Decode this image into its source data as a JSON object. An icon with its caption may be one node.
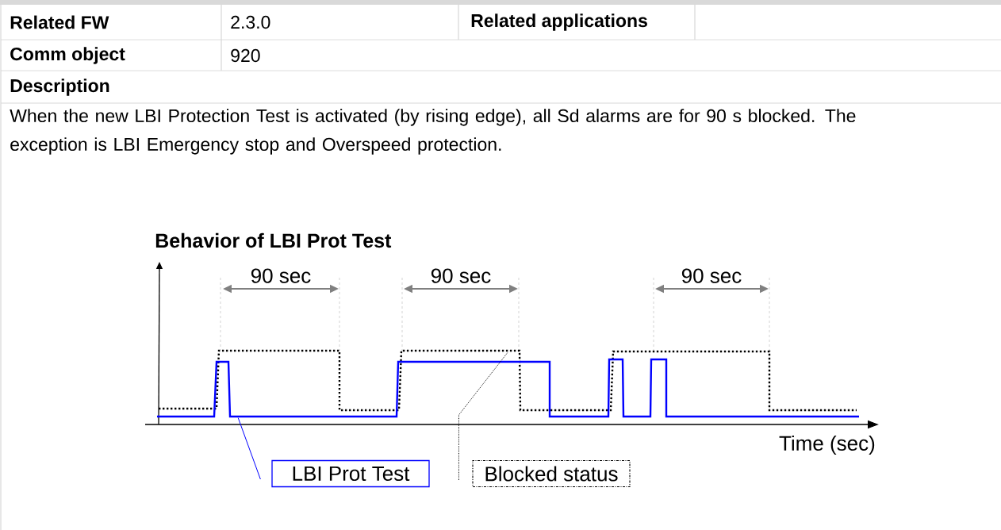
{
  "diagram": {
    "title": "Behavior of LBI Prot Test",
    "nodes": [
      {
        "text": [
          "LBI Prot Test"
        ]
      },
      {
        "text": [
          "Blocked status"
        ]
      },
      {
        "text": [],
        "shape": "line"
      },
      {
        "text": [],
        "shape": "line"
      }
    ],
    "edges": [
      {
        "from": 0,
        "to": 2,
        "arrow": "none",
        "color": "#0000ff"
      },
      {
        "from": 1,
        "to": 3,
        "arrow": "none",
        "style": "dashed",
        "color": "#000000"
      }
    ],
    "labels": [
      "Related FW",
      "2.3.0",
      "Related applications",
      "Comm object",
      "920",
      "Description",
      "When the new LBI Protection Test is activated (by rising edge), all Sd alarms are for 90 s blocked. The exception is LBI Emergency stop and Overspeed protection.",
      "90 sec",
      "90 sec",
      "90 sec",
      "Time (sec)"
    ]
  }
}
